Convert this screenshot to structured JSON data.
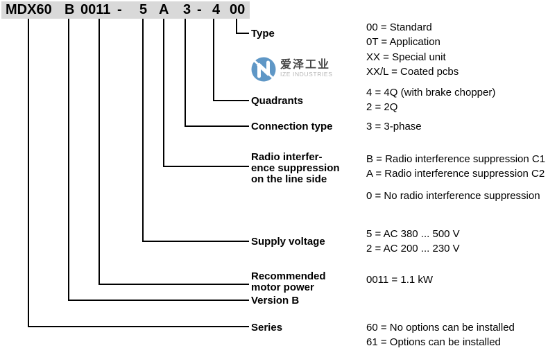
{
  "code": {
    "segments": [
      "MDX60",
      "B",
      "0011",
      "-",
      "5",
      "A",
      "3",
      "-",
      "4",
      "00"
    ]
  },
  "rows": [
    {
      "id": "type",
      "label_lines": [
        "Type"
      ],
      "values": [
        "00 = Standard",
        "0T = Application",
        "XX = Special unit",
        "XX/L = Coated pcbs"
      ]
    },
    {
      "id": "quadrants",
      "label_lines": [
        "Quadrants"
      ],
      "values": [
        "4 = 4Q (with brake chopper)",
        "2 = 2Q"
      ]
    },
    {
      "id": "connection-type",
      "label_lines": [
        "Connection type"
      ],
      "values": [
        "3 = 3-phase"
      ]
    },
    {
      "id": "radio-interference-suppression",
      "label_lines": [
        "Radio interfer-",
        "ence suppression",
        "on the line side"
      ],
      "values": [
        "B = Radio interference suppression C1",
        "A = Radio interference suppression C2"
      ],
      "values2": [
        "0 = No radio interference suppression"
      ]
    },
    {
      "id": "supply-voltage",
      "label_lines": [
        "Supply voltage"
      ],
      "values": [
        "5 = AC 380 ... 500 V",
        "2 = AC 200 ... 230 V"
      ]
    },
    {
      "id": "recommended-motor-power",
      "label_lines": [
        "Recommended",
        "motor power"
      ],
      "values": [
        "0011 = 1.1 kW"
      ]
    },
    {
      "id": "version-b",
      "label_lines": [
        "Version B"
      ],
      "values": []
    },
    {
      "id": "series",
      "label_lines": [
        "Series"
      ],
      "values": [
        "60 = No options can be installed",
        "61 = Options can be installed"
      ]
    }
  ],
  "logo": {
    "cn": "爱泽工业",
    "en": "IZE INDUSTRIES"
  },
  "colors": {
    "bar_bg": "#d9d9d9",
    "line": "#000000",
    "text": "#000000",
    "logo_blue": "#5792c4",
    "logo_cn_text": "#3d3d3d",
    "logo_en_text": "#b2b2b2"
  }
}
